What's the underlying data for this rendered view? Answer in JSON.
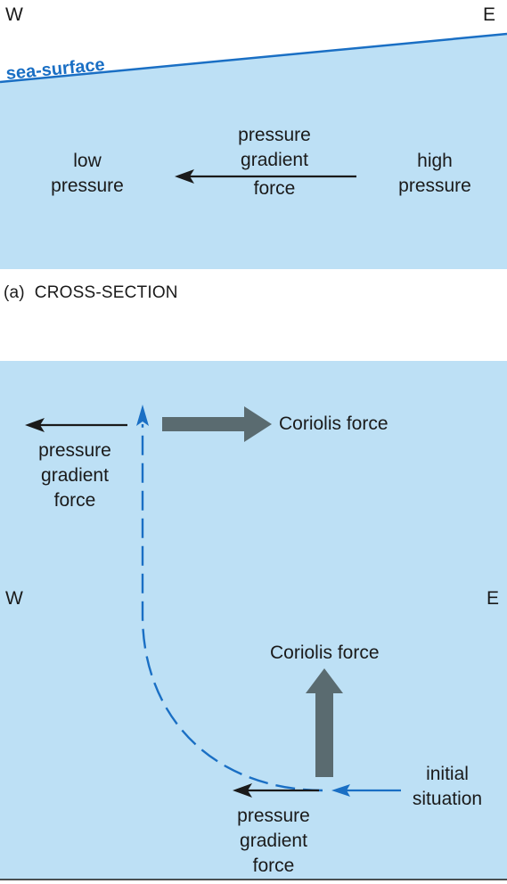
{
  "colors": {
    "water": "#bde0f5",
    "surface_line": "#1a6fc4",
    "coriolis_arrow": "#5a6b70",
    "current_path": "#1a6fc4",
    "text": "#1a1a1a"
  },
  "panel_a": {
    "west_label": "W",
    "east_label": "E",
    "surface_label": "sea-surface",
    "low_label": [
      "low",
      "pressure"
    ],
    "high_label": [
      "high",
      "pressure"
    ],
    "force_label": [
      "pressure",
      "gradient",
      "force"
    ],
    "caption": "(a)  CROSS-SECTION"
  },
  "panel_b": {
    "west_label": "W",
    "east_label": "E",
    "coriolis_top_label": "Coriolis force",
    "pgf_top_label": [
      "pressure",
      "gradient",
      "force"
    ],
    "coriolis_bottom_label": "Coriolis force",
    "initial_label": [
      "initial",
      "situation"
    ],
    "pgf_bottom_label": [
      "pressure",
      "gradient",
      "force"
    ]
  }
}
